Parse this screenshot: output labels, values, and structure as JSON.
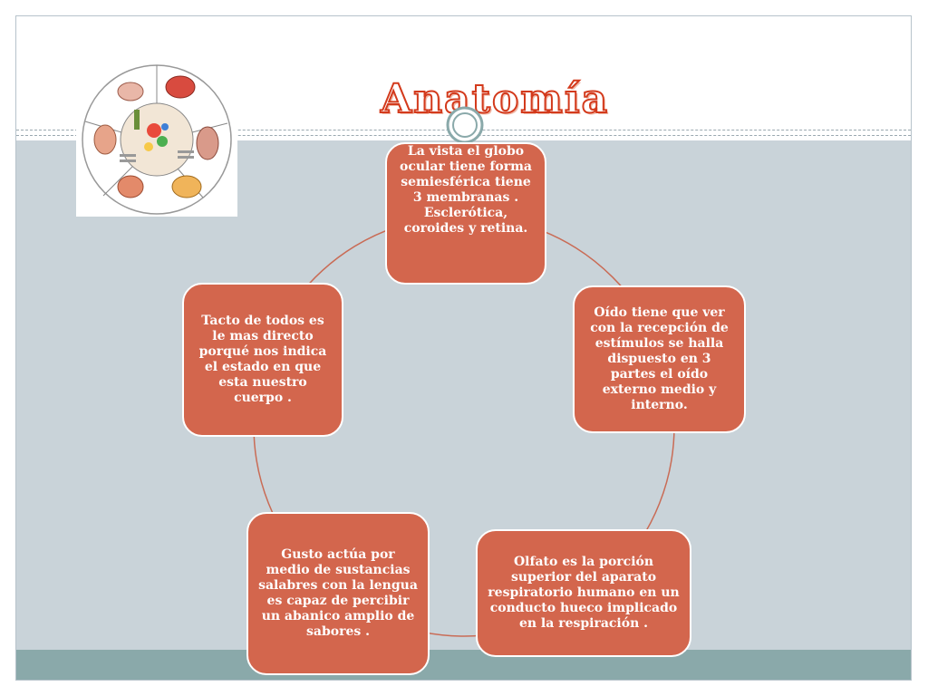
{
  "slide": {
    "title": "Anatomía"
  },
  "colors": {
    "node_fill": "#d3664d",
    "connector": "#c96b55",
    "title_stroke": "#d33a1c",
    "content_bg": "#c9d3d9",
    "footer_bg": "#8aa9aa"
  },
  "image": {
    "icon": "senses-anatomy-illustration"
  },
  "diagram": {
    "type": "cycle",
    "nodes": [
      {
        "id": "vista",
        "text": "La vista el  globo ocular  tiene forma semiesférica tiene 3 membranas . Esclerótica, coroides y retina."
      },
      {
        "id": "oido",
        "text": "Oído tiene que ver con la recepción de estímulos  se halla dispuesto en 3 partes  el oído externo medio y interno."
      },
      {
        "id": "olfato",
        "text": "Olfato es la porción superior del aparato respiratorio humano en un conducto hueco implicado en la respiración ."
      },
      {
        "id": "gusto",
        "text": "Gusto actúa por medio de sustancias salabres con la lengua es capaz de percibir un abanico amplio de sabores ."
      },
      {
        "id": "tacto",
        "text": "Tacto de todos es le mas directo porqué  nos indica el estado en que esta nuestro cuerpo ."
      }
    ]
  }
}
